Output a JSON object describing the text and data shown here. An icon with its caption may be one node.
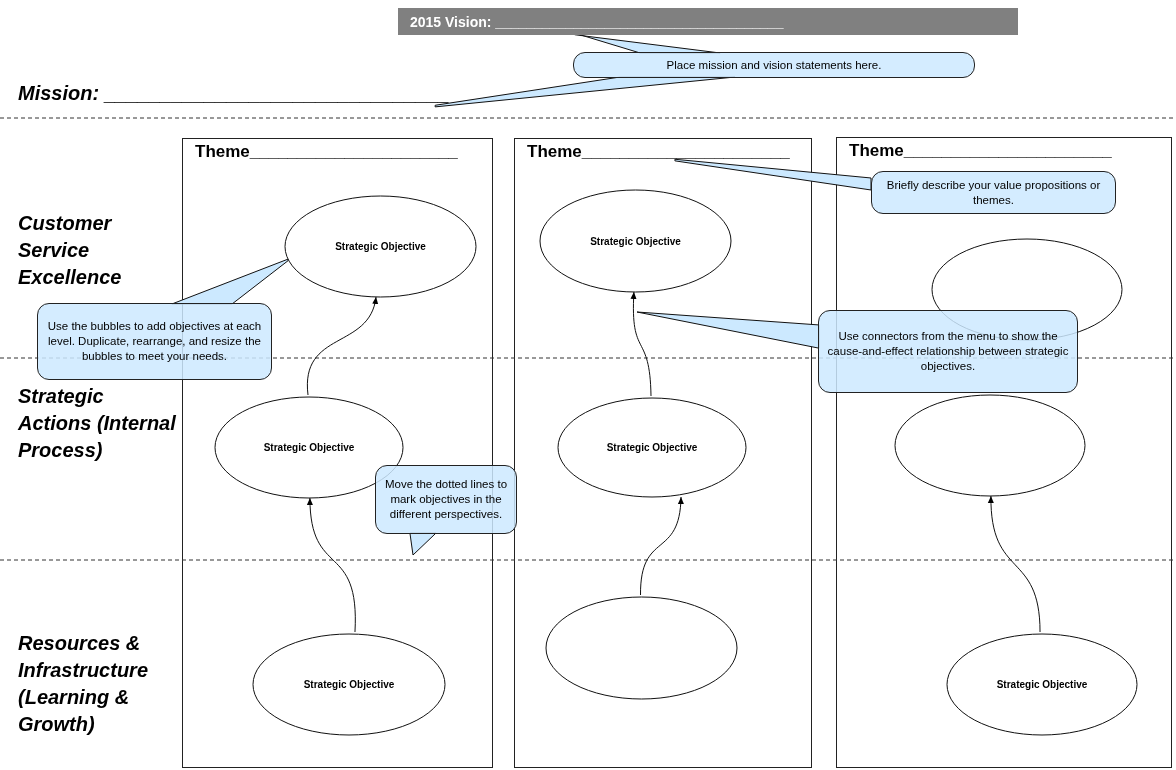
{
  "diagram": {
    "nodes": [
      {
        "text": [
          "2015 Vision: _____________________________________"
        ]
      },
      {
        "text": [
          "Mission: _______________________________"
        ]
      },
      {
        "text": [
          "Place mission and vision statements here."
        ]
      },
      {
        "text": [
          "Theme______________________"
        ]
      },
      {
        "text": [
          "Theme______________________"
        ]
      },
      {
        "text": [
          "Theme______________________"
        ]
      },
      {
        "text": [
          "Strategic Objective"
        ],
        "in": 3
      },
      {
        "text": [
          "Strategic Objective"
        ],
        "in": 3
      },
      {
        "text": [
          "Strategic Objective"
        ],
        "in": 3
      },
      {
        "text": [
          "Strategic Objective"
        ],
        "in": 4
      },
      {
        "text": [
          "Strategic Objective"
        ],
        "in": 4
      },
      {
        "text": [],
        "shape": "ellipse",
        "in": 4
      },
      {
        "text": [],
        "shape": "ellipse",
        "in": 5
      },
      {
        "text": [],
        "shape": "ellipse",
        "in": 5
      },
      {
        "text": [
          "Strategic Objective"
        ],
        "in": 5
      },
      {
        "text": [
          "Use the bubbles to add objectives at each level. Duplicate, rearrange, and resize the bubbles to meet your needs."
        ]
      },
      {
        "text": [
          "Move the dotted lines to mark objectives in the different perspectives."
        ]
      },
      {
        "text": [
          "Briefly describe your value propositions or themes."
        ],
        "in": 5
      },
      {
        "text": [
          "Use connectors from the menu to show the cause-and-effect relationship between strategic objectives."
        ]
      }
    ],
    "edges": [
      {
        "from": 7,
        "to": 6,
        "arrow": "to"
      },
      {
        "from": 8,
        "to": 7,
        "arrow": "to"
      },
      {
        "from": 10,
        "to": 9,
        "arrow": "to"
      },
      {
        "from": 11,
        "to": 10,
        "arrow": "to"
      },
      {
        "from": 14,
        "to": 13,
        "arrow": "to"
      },
      {
        "from": 2,
        "to": 0,
        "arrow": "none"
      },
      {
        "from": 2,
        "to": 1,
        "arrow": "none"
      },
      {
        "from": 17,
        "to": 4,
        "arrow": "none"
      },
      {
        "from": 15,
        "to": 6,
        "arrow": "none"
      },
      {
        "from": 18,
        "to": null,
        "arrow": "to"
      },
      {
        "from": 16,
        "to": null,
        "arrow": "to"
      }
    ],
    "labels": [
      "Customer Service Excellence",
      "Strategic Actions (Internal Process)",
      "Resources & Infrastructure (Learning & Growth)"
    ]
  }
}
